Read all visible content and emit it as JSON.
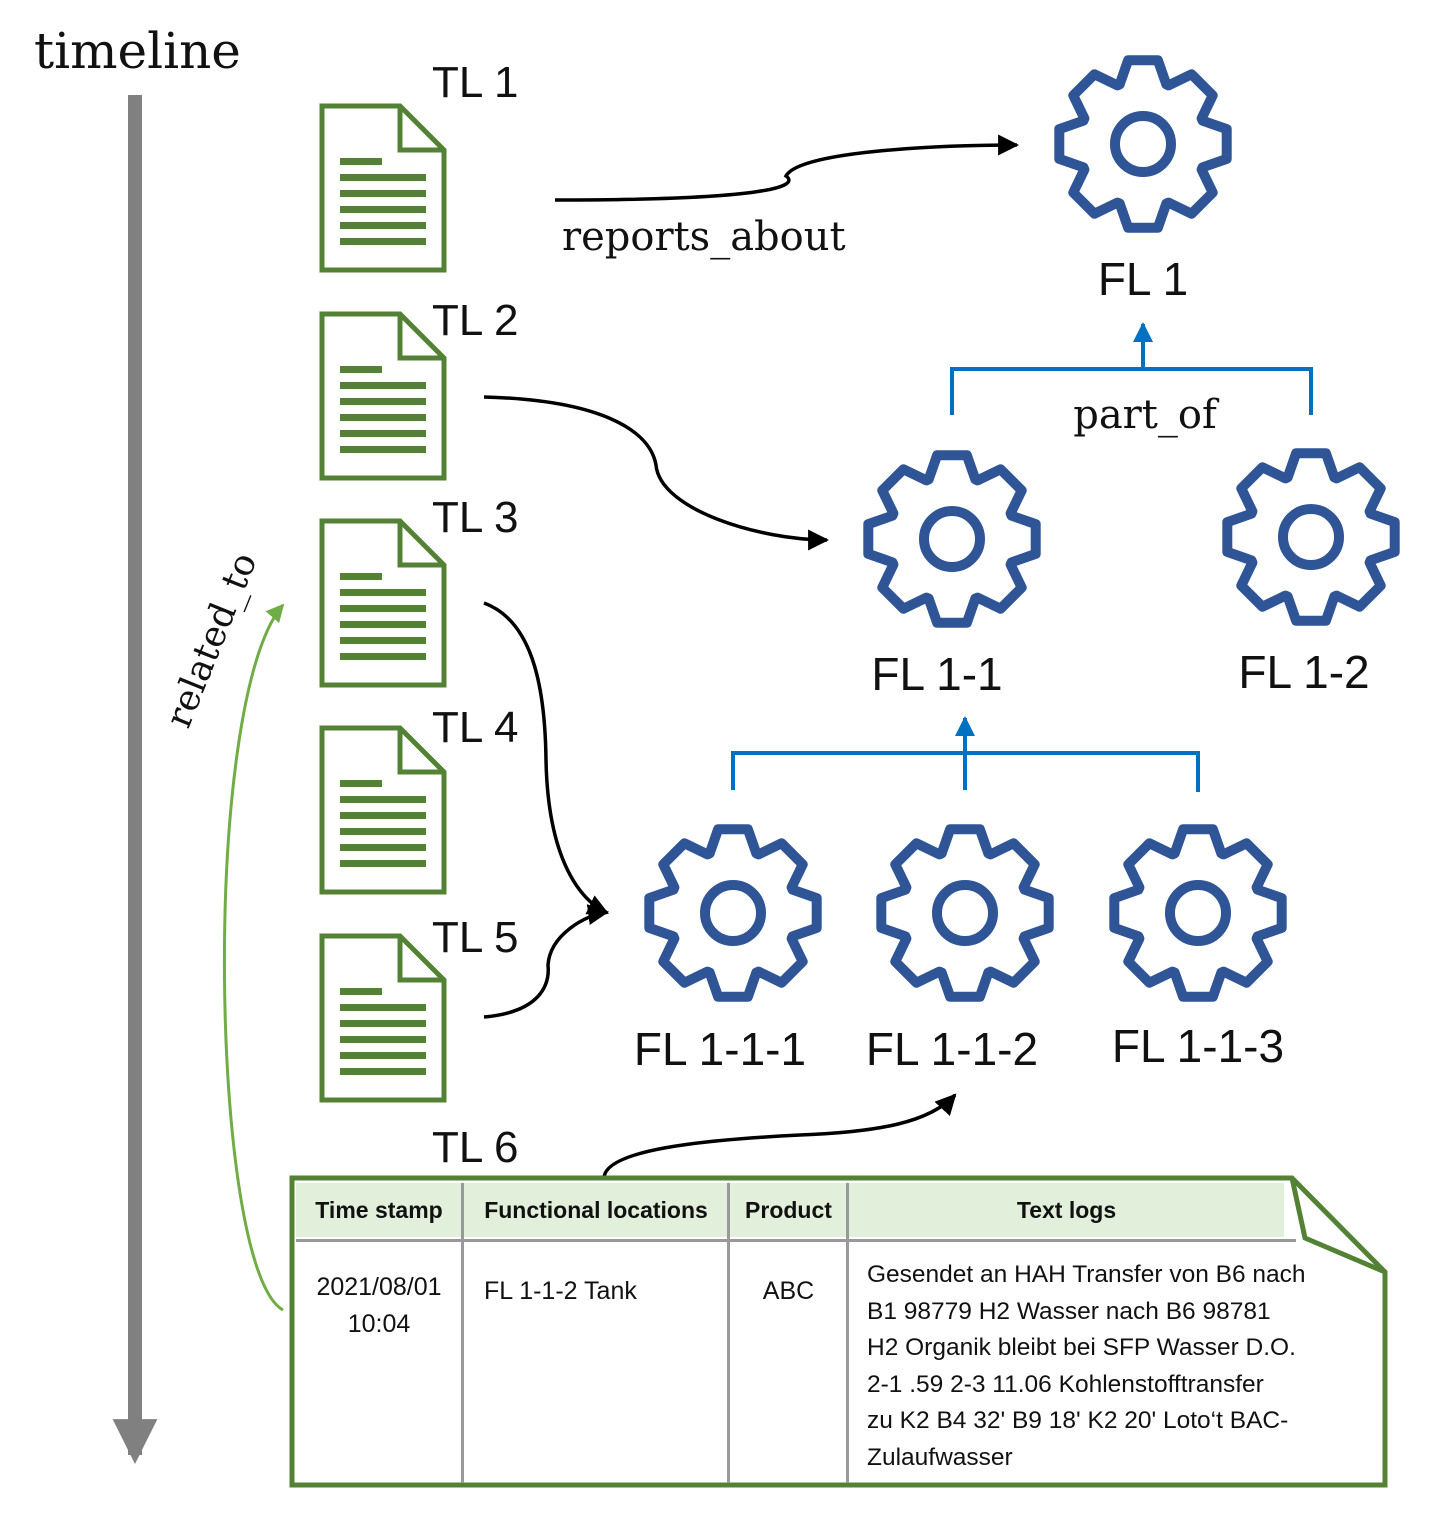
{
  "timeline_label": "timeline",
  "relations": {
    "reports_about": "reports_about",
    "part_of": "part_of",
    "related_to": "related_to"
  },
  "text_logs": [
    "TL 1",
    "TL 2",
    "TL 3",
    "TL 4",
    "TL 5",
    "TL 6"
  ],
  "functional_locations": {
    "fl1": "FL 1",
    "fl1_1": "FL 1-1",
    "fl1_2": "FL 1-2",
    "fl1_1_1": "FL 1-1-1",
    "fl1_1_2": "FL 1-1-2",
    "fl1_1_3": "FL 1-1-3"
  },
  "log_table": {
    "headers": [
      "Time stamp",
      "Functional locations",
      "Product",
      "Text logs"
    ],
    "row": {
      "timestamp_date": "2021/08/01",
      "timestamp_time": "10:04",
      "functional_location": "FL 1-1-2 Tank",
      "product": "ABC",
      "text_lines": [
        "Gesendet an HAH Transfer von B6 nach",
        "B1 98779 H2 Wasser nach B6 98781",
        "H2 Organik bleibt bei SFP Wasser D.O.",
        "2-1 .59 2-3 11.06 Kohlenstofftransfer",
        "zu K2 B4 32' B9 18' K2 20' Loto‘t BAC-",
        "Zulaufwasser"
      ]
    }
  },
  "colors": {
    "document_green": "#548235",
    "relation_green": "#70ad47",
    "gear_blue": "#2f5597",
    "hierarchy_blue": "#0070c0",
    "timeline_gray": "#808080",
    "header_fill": "#e2efdb"
  },
  "icons": {
    "document": "document-icon",
    "gear": "gear-icon"
  }
}
